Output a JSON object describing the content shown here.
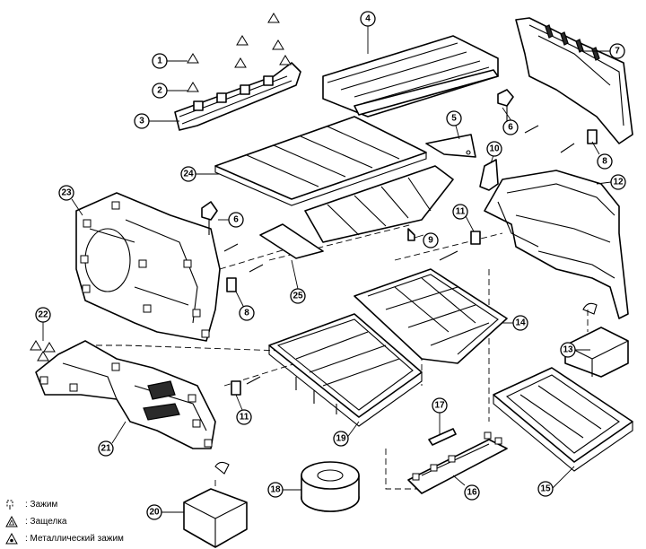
{
  "callouts": [
    "1",
    "2",
    "3",
    "4",
    "5",
    "6",
    "6",
    "7",
    "8",
    "8",
    "9",
    "10",
    "11",
    "11",
    "12",
    "13",
    "14",
    "15",
    "16",
    "17",
    "18",
    "19",
    "20",
    "21",
    "22",
    "23",
    "24",
    "25"
  ],
  "legend": [
    {
      "symbol": "clip-icon",
      "text": ": Зажим"
    },
    {
      "symbol": "latch-icon",
      "text": ": Защелка"
    },
    {
      "symbol": "metal-clip-icon",
      "text": ": Металлический зажим"
    }
  ]
}
